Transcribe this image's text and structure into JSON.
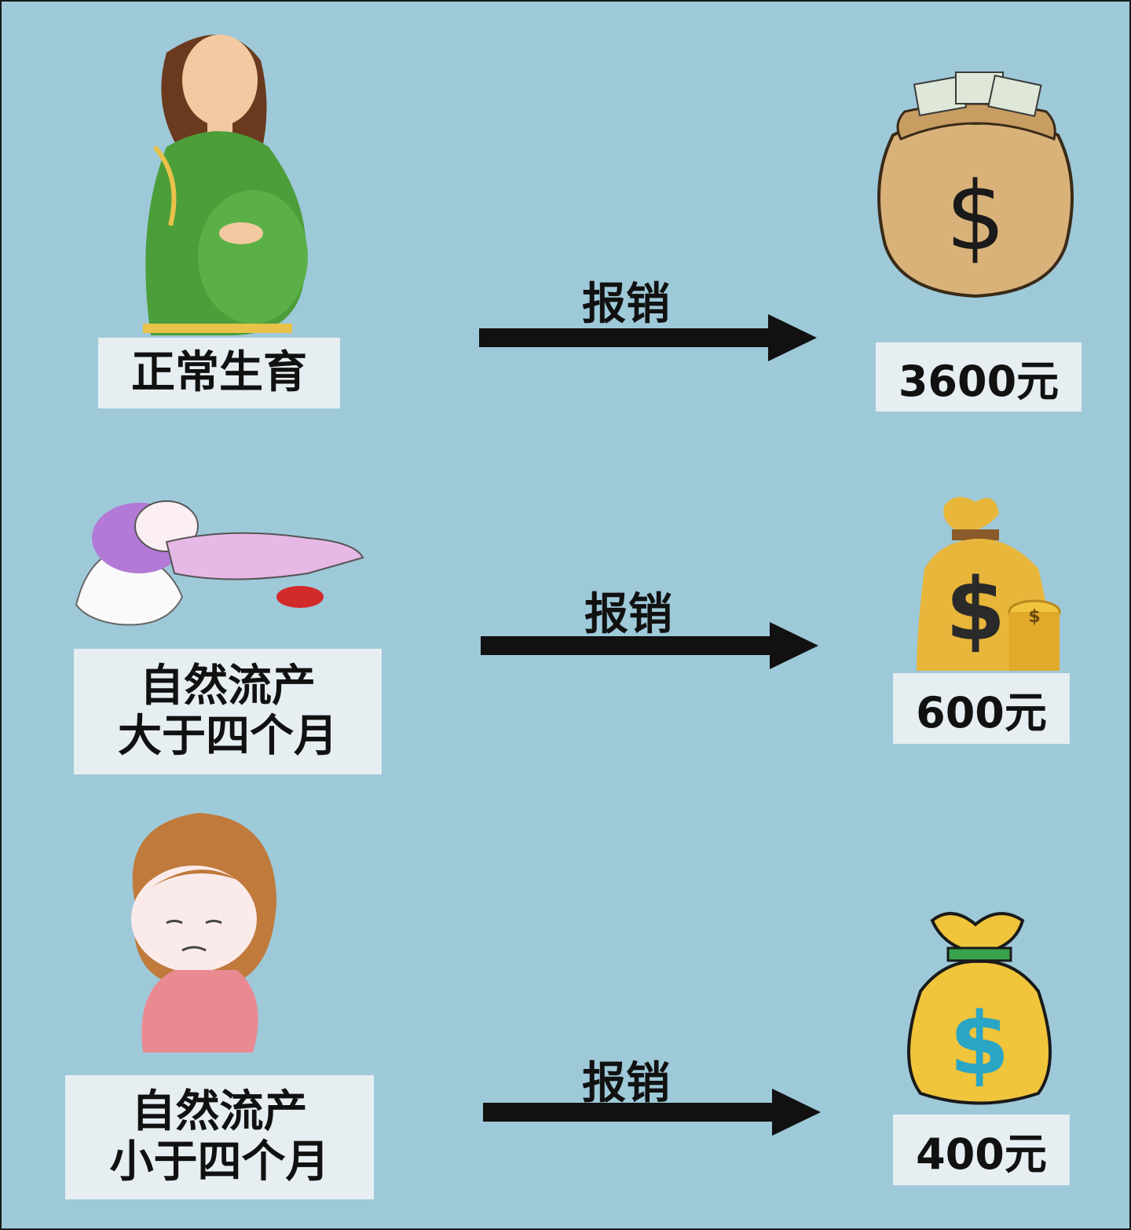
{
  "rows": [
    {
      "label_lines": [
        "正常生育"
      ],
      "action": "报销",
      "amount": "3600元",
      "person_icon": "pregnant-woman-icon",
      "money_icon": "cash-bag-icon"
    },
    {
      "label_lines": [
        "自然流产",
        "大于四个月"
      ],
      "action": "报销",
      "amount": "600元",
      "person_icon": "lying-woman-icon",
      "money_icon": "gold-money-bag-icon"
    },
    {
      "label_lines": [
        "自然流产",
        "小于四个月"
      ],
      "action": "报销",
      "amount": "400元",
      "person_icon": "sad-woman-icon",
      "money_icon": "dollar-bag-icon"
    }
  ],
  "colors": {
    "background": "#9ec9d9",
    "label_box": "#e6eef2",
    "arrow": "#111111"
  }
}
